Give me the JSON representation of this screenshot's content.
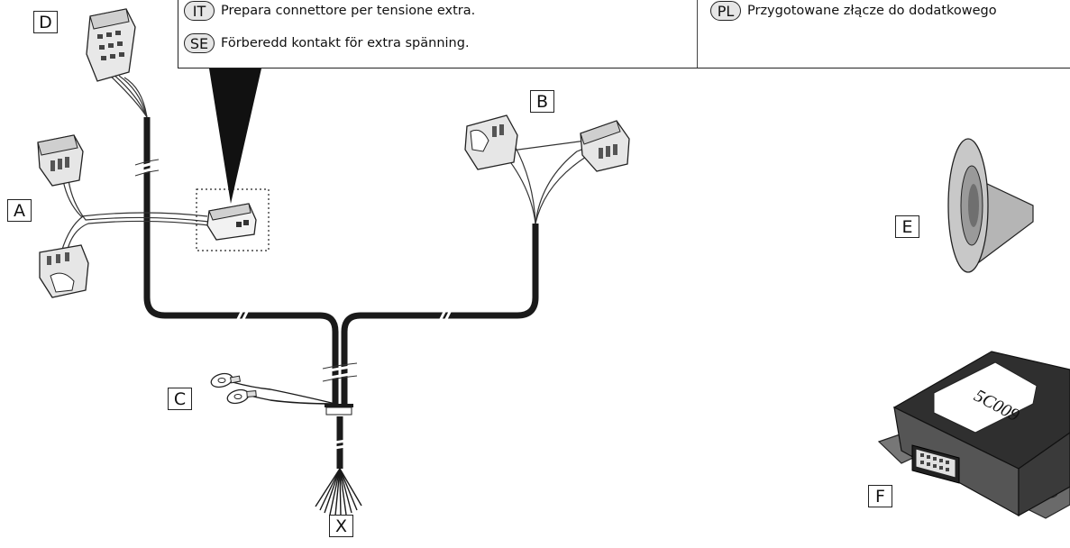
{
  "notes": [
    {
      "code": "IT",
      "text": "Prepara connettore per tensione extra."
    },
    {
      "code": "SE",
      "text": "Förberedd kontakt för extra spänning."
    },
    {
      "code": "PL",
      "text": "Przygotowane złącze do dodatkowego"
    }
  ],
  "labels": {
    "a": "A",
    "b": "B",
    "c": "C",
    "d": "D",
    "e": "E",
    "f": "F",
    "x": "X"
  },
  "module_text": "5C009",
  "colors": {
    "wire": "#1a1a1a",
    "badge": "#e6e6e6",
    "grommet": "#b5b5b5",
    "module": "#2a2a2a"
  }
}
